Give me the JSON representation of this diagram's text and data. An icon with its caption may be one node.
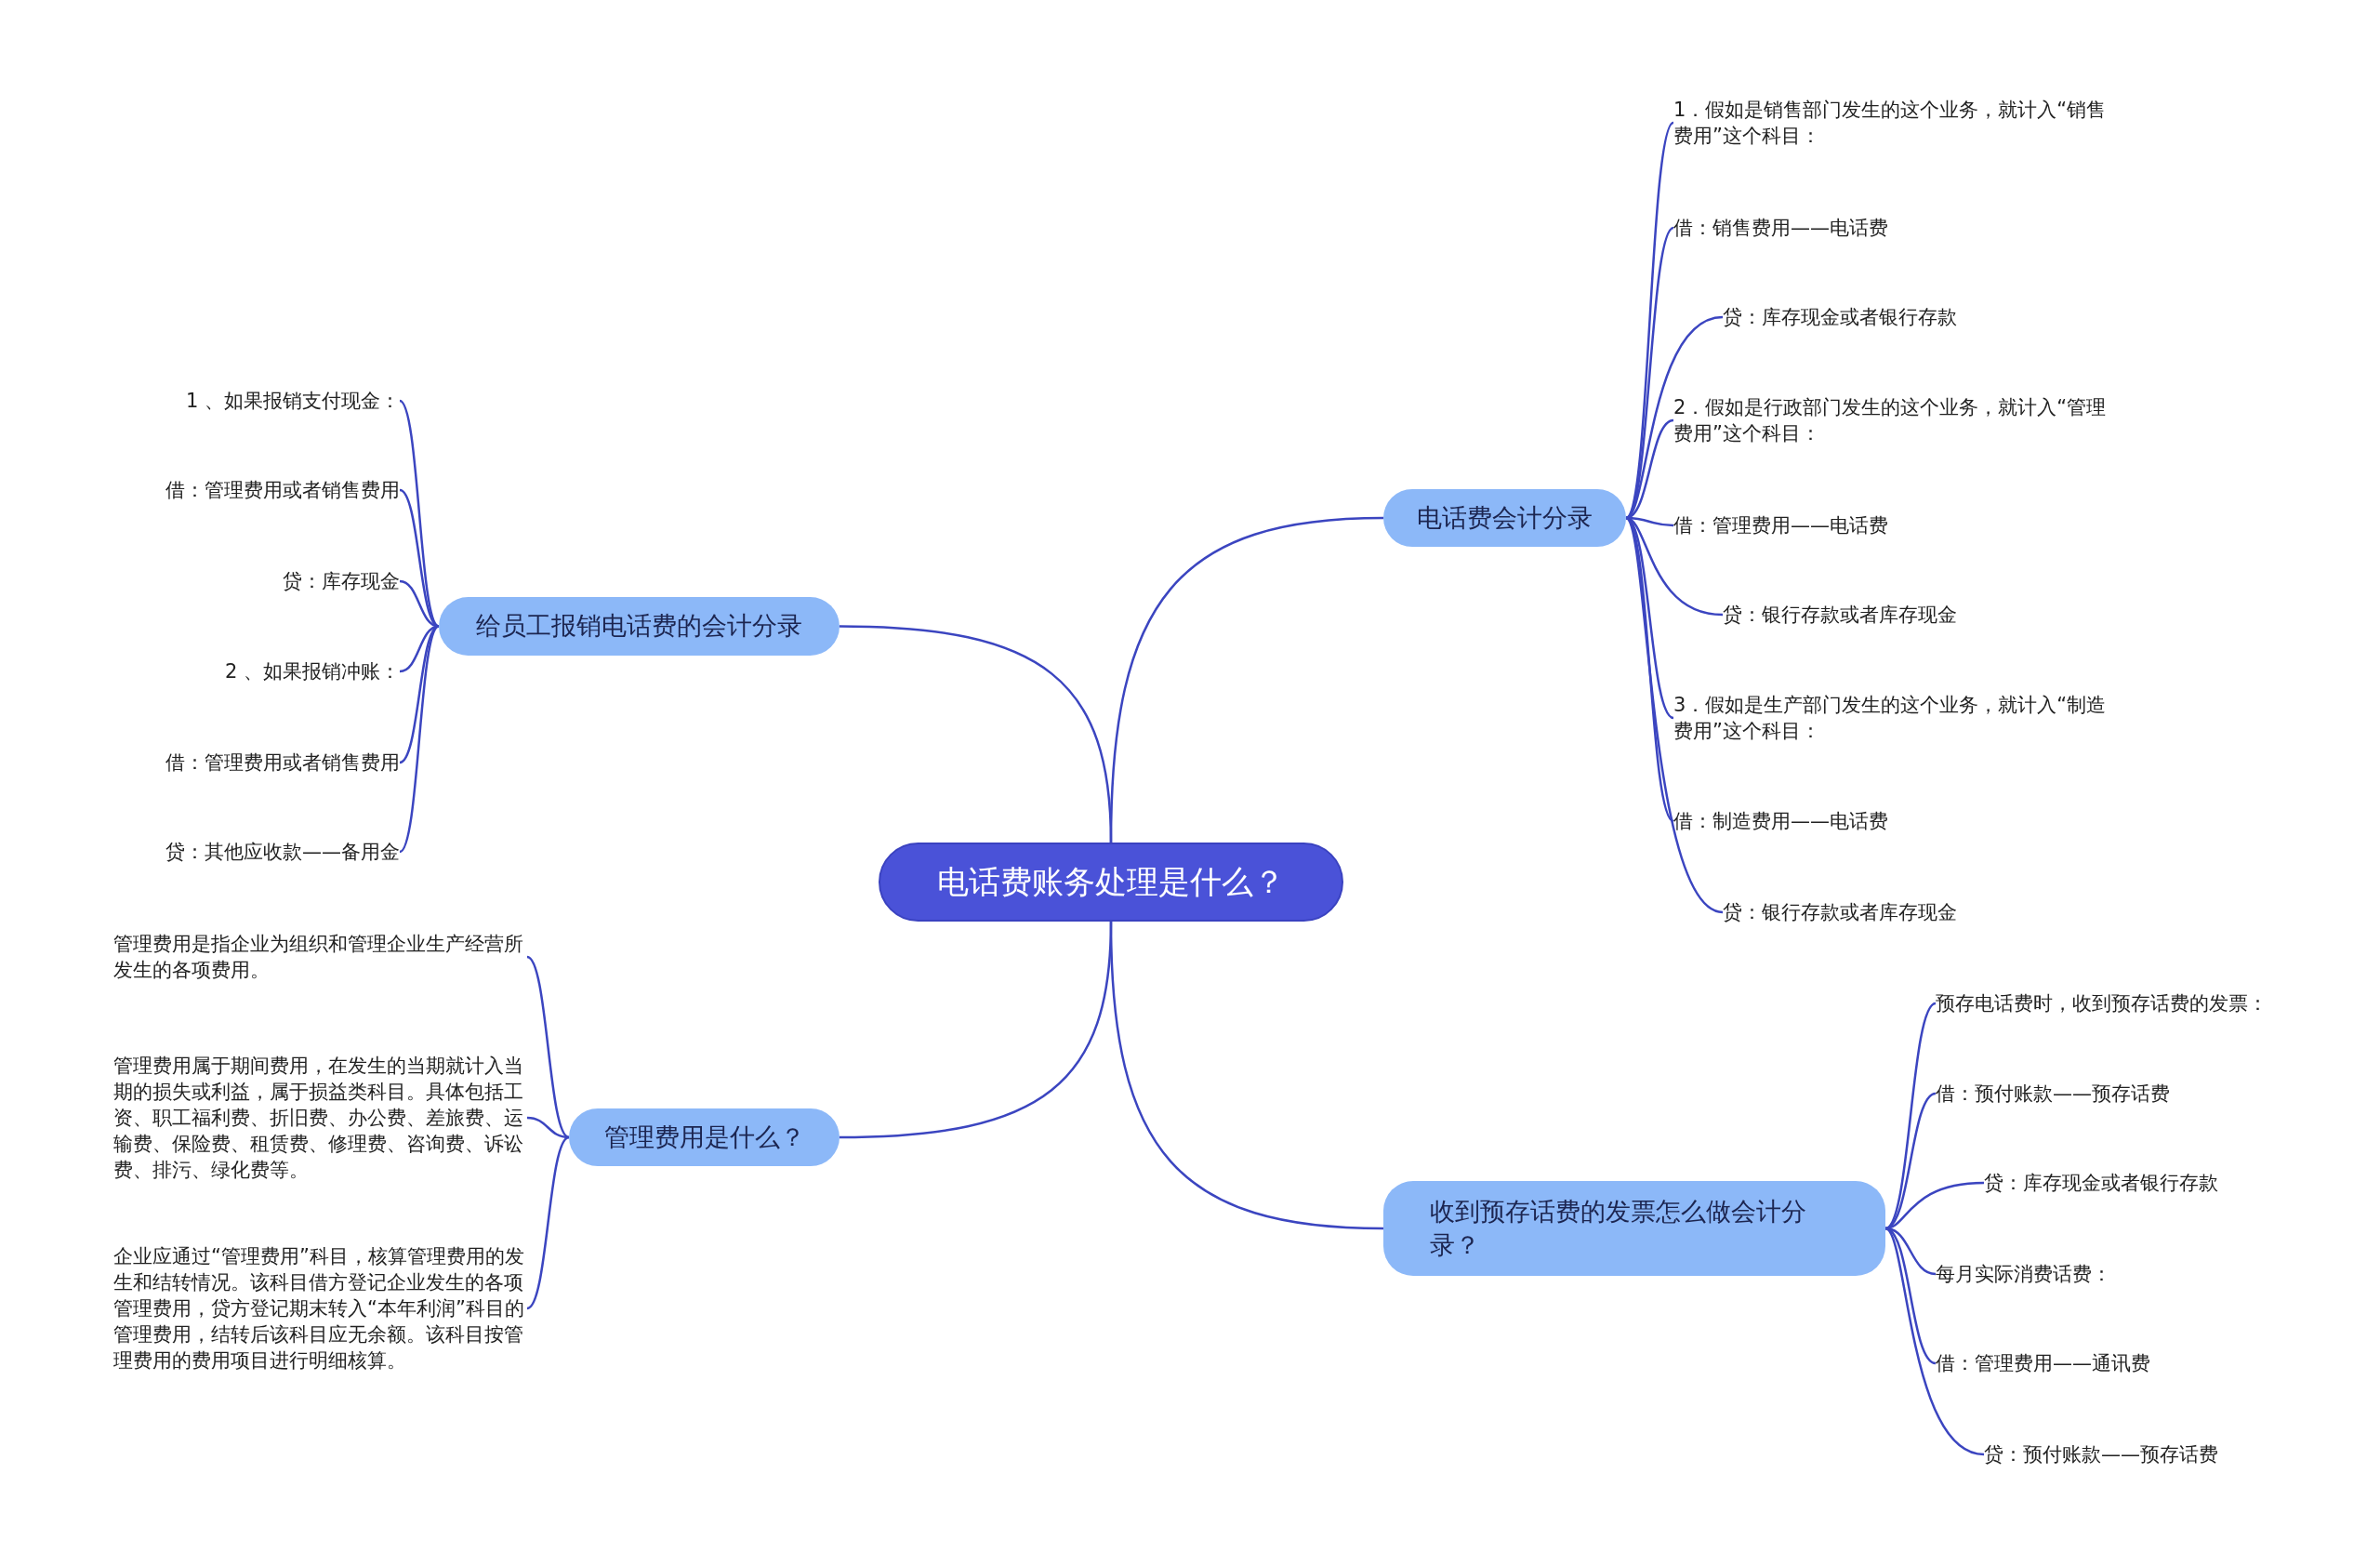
{
  "diagram": {
    "nodes": [
      {
        "text": [
          "电话费账务处理是什么？"
        ]
      },
      {
        "text": [
          "电话费会计分录"
        ]
      },
      {
        "text": [
          "1．假如是销售部门发生的这个业务，就计入“销售费用”这个科目："
        ]
      },
      {
        "text": [
          "借：销售费用——电话费"
        ]
      },
      {
        "text": [
          "贷：库存现金或者银行存款"
        ]
      },
      {
        "text": [
          "2．假如是行政部门发生的这个业务，就计入“管理费用”这个科目："
        ]
      },
      {
        "text": [
          "借：管理费用——电话费"
        ]
      },
      {
        "text": [
          "贷：银行存款或者库存现金"
        ]
      },
      {
        "text": [
          "3．假如是生产部门发生的这个业务，就计入“制造费用”这个科目："
        ]
      },
      {
        "text": [
          "借：制造费用——电话费"
        ]
      },
      {
        "text": [
          "贷：银行存款或者库存现金"
        ]
      },
      {
        "text": [
          "给员工报销电话费的会计分录"
        ]
      },
      {
        "text": [
          "1 、如果报销支付现金："
        ]
      },
      {
        "text": [
          "借：管理费用或者销售费用"
        ]
      },
      {
        "text": [
          "贷：库存现金"
        ]
      },
      {
        "text": [
          "2 、如果报销冲账："
        ]
      },
      {
        "text": [
          "借：管理费用或者销售费用"
        ]
      },
      {
        "text": [
          "贷：其他应收款——备用金"
        ]
      },
      {
        "text": [
          "管理费用是什么？"
        ]
      },
      {
        "text": [
          "管理费用是指企业为组织和管理企业生产经营所发生的各项费用。"
        ]
      },
      {
        "text": [
          "管理费用属于期间费用，在发生的当期就计入当期的损失或利益，属于损益类科目。具体包括工资、职工福利费、折旧费、办公费、差旅费、运输费、保险费、租赁费、修理费、咨询费、诉讼费、排污、绿化费等。"
        ]
      },
      {
        "text": [
          "企业应通过“管理费用”科目，核算管理费用的发生和结转情况。该科目借方登记企业发生的各项管理费用，贷方登记期末转入“本年利润”科目的管理费用，结转后该科目应无余额。该科目按管理费用的费用项目进行明细核算。"
        ]
      },
      {
        "text": [
          "收到预存话费的发票怎么做会计分录？"
        ]
      },
      {
        "text": [
          "预存电话费时，收到预存话费的发票："
        ]
      },
      {
        "text": [
          "借：预付账款——预存话费"
        ]
      },
      {
        "text": [
          "贷：库存现金或者银行存款"
        ]
      },
      {
        "text": [
          "每月实际消费话费："
        ]
      },
      {
        "text": [
          "借：管理费用——通讯费"
        ]
      },
      {
        "text": [
          "贷：预付账款——预存话费"
        ]
      }
    ],
    "edges": [
      {
        "from": 0,
        "to": 1,
        "arrow": "none"
      },
      {
        "from": 1,
        "to": 2,
        "arrow": "none"
      },
      {
        "from": 1,
        "to": 3,
        "arrow": "none"
      },
      {
        "from": 1,
        "to": 4,
        "arrow": "none"
      },
      {
        "from": 1,
        "to": 5,
        "arrow": "none"
      },
      {
        "from": 1,
        "to": 6,
        "arrow": "none"
      },
      {
        "from": 1,
        "to": 7,
        "arrow": "none"
      },
      {
        "from": 1,
        "to": 8,
        "arrow": "none"
      },
      {
        "from": 1,
        "to": 9,
        "arrow": "none"
      },
      {
        "from": 1,
        "to": 10,
        "arrow": "none"
      },
      {
        "from": 0,
        "to": 11,
        "arrow": "none"
      },
      {
        "from": 11,
        "to": 12,
        "arrow": "none"
      },
      {
        "from": 11,
        "to": 13,
        "arrow": "none"
      },
      {
        "from": 11,
        "to": 14,
        "arrow": "none"
      },
      {
        "from": 11,
        "to": 15,
        "arrow": "none"
      },
      {
        "from": 11,
        "to": 16,
        "arrow": "none"
      },
      {
        "from": 11,
        "to": 17,
        "arrow": "none"
      },
      {
        "from": 0,
        "to": 18,
        "arrow": "none"
      },
      {
        "from": 18,
        "to": 19,
        "arrow": "none"
      },
      {
        "from": 18,
        "to": 20,
        "arrow": "none"
      },
      {
        "from": 18,
        "to": 21,
        "arrow": "none"
      },
      {
        "from": 0,
        "to": 22,
        "arrow": "none"
      },
      {
        "from": 22,
        "to": 23,
        "arrow": "none"
      },
      {
        "from": 22,
        "to": 24,
        "arrow": "none"
      },
      {
        "from": 22,
        "to": 25,
        "arrow": "none"
      },
      {
        "from": 22,
        "to": 26,
        "arrow": "none"
      },
      {
        "from": 22,
        "to": 27,
        "arrow": "none"
      },
      {
        "from": 22,
        "to": 28,
        "arrow": "none"
      }
    ]
  }
}
